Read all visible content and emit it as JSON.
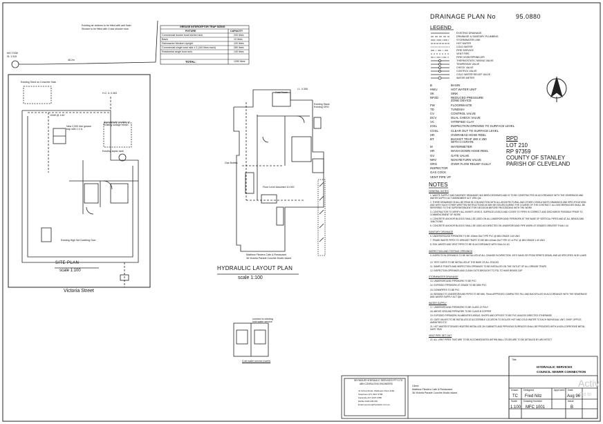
{
  "header": {
    "title": "DRAINAGE PLAN No",
    "plan_number": "95.0880"
  },
  "notice": {
    "line1": "Existing air cisterns to be fitted with anti flush.",
    "line2": "Shower to be fitted with 3 star shower rose."
  },
  "grease_table": {
    "title": "GREASE INTERCEPTOR TRAP SIZING",
    "col_fixture": "FIXTURE",
    "col_capacity": "CAPACITY",
    "rows": [
      {
        "fixture": "Commercial double bowl kitchen sink",
        "capacity": "200 litres"
      },
      {
        "fixture": "Basin",
        "capacity": "10 litres"
      },
      {
        "fixture": "Dishwasher Medium Upright",
        "capacity": "100 litres"
      },
      {
        "fixture": "Commercial single bowl sink x 2 (140 litres each)",
        "capacity": "280 litres"
      },
      {
        "fixture": "Residential single bowl sink",
        "capacity": "140 litres"
      }
    ],
    "total_label": "TOTAL:",
    "total_value": "1250 litres"
  },
  "site_plan": {
    "mh_label": "MH 7/338",
    "mh_level": "SL 1.915",
    "dist": "48.2m",
    "shed": "Existing Shed on Concrete Slab",
    "hc": "H.C. IL 0.363",
    "pipe": "100Ø @ 1:60",
    "title": "SITE  PLAN",
    "scale": "scale  1:100",
    "street": "Victoria  Street",
    "dwelling": "Existing High Set Dwelling Over",
    "trap_label": "New 2,000 litre grease trap with 1.0 IL",
    "septic": "Existing septic tank",
    "tank": "Approximate location of existing sullage trench"
  },
  "hydraulic_plan": {
    "title": "HYDRAULIC  LAYOUT  PLAN",
    "scale": "scale  1:100",
    "cold_room": "Cold Room",
    "il": "I.L. 0.355",
    "stack": "Existing Stack Existing ORG",
    "gas": "Gas Bottles",
    "floor": "Floor Level Assumed 10.000",
    "owner": "Matthew Flinders Cafe & Restaurant",
    "address": "36 Victoria Parade Coochie Mudlo Island"
  },
  "detail": {
    "caption": "Cold water service inserts",
    "note1": "connect to existing",
    "note2": "cold water service"
  },
  "legend": {
    "title": "LEGEND",
    "line_items": [
      "EXISTING DRAINAGE",
      "DRAINAGE & SANITARY PLUMBING",
      "STORMWATER LINE",
      "HOT WATER",
      "COLD WATER",
      "FIRE SERVICE",
      "VENT PIPE",
      "FIRE HOSE/SPRINKLER",
      "THERMOSTATIC MIXING VALVE",
      "TEMPERING VALVE",
      "CHECK VALVE",
      "CONTROL VALVE",
      "COLD WATER RELIEF VALVE",
      "WATER METER"
    ],
    "abbr": [
      {
        "code": "B",
        "text": "BASIN"
      },
      {
        "code": "HWU",
        "text": "HOT WATER UNIT"
      },
      {
        "code": "SK",
        "text": "SINK"
      },
      {
        "code": "RPZD",
        "text": "REDUCED PRESSURE ZONE DEVICE"
      },
      {
        "code": "FW",
        "text": "FLOORWASTE"
      },
      {
        "code": "TD",
        "text": "TUNDISH"
      },
      {
        "code": "CV",
        "text": "CONTROL VALVE"
      },
      {
        "code": "DCV",
        "text": "DUAL CHECK VALVE"
      },
      {
        "code": "VC",
        "text": "VITRIFIED CLAY"
      },
      {
        "code": "IOSL",
        "text": "INSPECTION OPENING TO SURFACE LEVEL"
      },
      {
        "code": "COSL",
        "text": "CLEAR OUT TO SURFACE LEVEL"
      },
      {
        "code": "HR",
        "text": "OVERHEAD HOSE REEL"
      },
      {
        "code": "BT",
        "text": "BUCKET TRAP 490 X 250 WITH CI GRATE"
      },
      {
        "code": "M",
        "text": "WATERMETER"
      },
      {
        "code": "HR",
        "text": "WASH DOWN HOSE REEL"
      },
      {
        "code": "GV",
        "text": "GATE VALVE"
      },
      {
        "code": "NRV",
        "text": "NON RETURN VALVE"
      },
      {
        "code": "ORG",
        "text": "OVER FLOW RELIEF GULLY"
      },
      {
        "code": "INSPECTOR",
        "text": ""
      },
      {
        "code": "GAS COCK",
        "text": ""
      },
      {
        "code": "VENT PIPE VP",
        "text": ""
      }
    ]
  },
  "rpd": {
    "heading": "RPD",
    "lot": "LOT 210",
    "rp": "RP 97359",
    "county": "COUNTY OF STANLEY",
    "parish": "PARISH OF CLEVELAND"
  },
  "notes": {
    "title": "NOTES",
    "sections": [
      {
        "heading": "GENERAL NOTES",
        "items": [
          "1. WASTE SUPPLY AND SANITARY DRAINAGE HAS BEEN DESIGNED AND IS TO BE CONSTRUCTED IN ACCORDANCE WITH THE SEWERAGE AND WATER SUPPLY ACT AMENDMENT ACT 1991 Qld",
          "2. THESE DRAWINGS SHALL BE READ IN CONJUNCTION WITH ALL ARCHITECTURAL AND OTHER CONSULTANTS DRAWINGS AND SPECIFICATIONS AND WITH SUCH OTHER WRITTEN INSTRUCTIONS AS MAY BE ISSUED DURING THE COURSE OF THE CONTRACT. ALL DISCREPANCIES SHALL BE REFERRED TO THE SUPERINTENDENT FOR DECISION BEFORE PROCEEDING WITH THE WORK",
          "3. CONTRACTOR TO VERIFY ALL INVERT LEVELS, SURFACE LEVELS AND COVER TO PIPES IS CORRECT AND DISCHARGE POSSIBLE PRIOR TO COMMENCEMENT OF WORK",
          "4. CONCRETE ANCHOR BLOCKS SHALL BE USED ON ALL UNDERGROUND PIPEWORK AT THE BASE OF VERTICAL PIPES AND AT ALL BENDS AND JUNCTIONS",
          "5. CONCRETE ANCHOR BLOCKS SHALL BE USED AS DIRECTED ON UNDERGROUND PIPE WORK AT GRADES GREATER THAN 1:10"
        ]
      },
      {
        "heading": "SANITARY DRAINAGE",
        "items": [
          "6. UNDERGROUND PIPEWORK TO BE 100mm DIA TYPE PVC @ MIN GRADE 1:60 UNO",
          "7. TRADE WASTE PIPES TO GREASE TRAPS TO BE MIN 100mm DIA TYPE VC or PVC @ MIN GRADE 1:40 UNO",
          "8. SOIL WASTE AND VENT PIPES TO BE IN ACCORDANCE WITH SAA-CA 111"
        ]
      },
      {
        "heading": "INSPECTION AND TESTING OPENINGS",
        "items": [
          "9. INSPECTION OPENINGS TO BE INSTALLED AT ALL CHANGE IN DIRECTION. INTO SAND OR FROM SPIRITS DRAIN, AND AS SPECIFIED IN BY-LAWS",
          "10. TEST GATES TO BE INSTALLED AT THE BASE OF ALL STACKS",
          "11. SAMPLE POINTS AND INSPECTION OPENINGS TO BE INSTALLED ON THE OUTLET OF ALL GREASE TRAPS",
          "12. INSPECTION OPENINGS AND CLEAN OUTS BROUGHT TO FSL TO HAVE BRASS CAP"
        ]
      },
      {
        "heading": "STORMWATER DRAINAGE",
        "items": [
          "13. UNDERGROUND PIPEWORK TO BE PVC",
          "14. EXPOSED PIPEWORK AT GRADE TO BE DWV PVC",
          "15. DOWNPIPES TO BE PVC",
          "16. BEDDING TO UNDERGROUND PIPES TO BE MIN. 75mm APPROVED COMPACTED FILL AND BACKFILLED IN ACCORDANCE WITH THE SEWERAGE AND WATER SUPPLY ACT Qld"
        ]
      },
      {
        "heading": "WATER SUPPLY",
        "items": [
          "17. UNDERGROUND PIPEWORK TO BE CLASS 12 POLY",
          "18. ABOVE GROUND PIPEWORK TO BE CLASS B COPPER",
          "19. EXPOSED PIPEWORK IN AMENITIES AREAS, SHOPS AND OFFICES TO BE PVC UNLESS DIRECTED OTHERWISE",
          "20. GATE VALVES TO BE INSTALLED AT ACCESSIBLE LOCATION TO ISOLATE HOT AND COLD WATER TO EACH INDIVIDUAL UNIT, SHOP, OFFICE, AMENITIES ETC",
          "21. HOT WATER STORAGE HEATERS INSTALLED ON CABINETS AND PERVIOUS SURFACES SHALL BE PROVIDED WITH A NON-CORROSIVE METAL SAFE TRAY"
        ]
      },
      {
        "heading": "VENT PIPE SET OUT",
        "items": [
          "22. ALL VENT PIPES THAT ARE TO BE ACCOMMODATED WITHIN WALL STUDS ARE TO BE DETAILED BY ARCHITECT"
        ]
      }
    ]
  },
  "title_block": {
    "company": "SEYMOUR HYDRAULIC SERVICES PTY LTD",
    "company_sub": "ABN CONSULTING ENGINEERS",
    "company_addr": [
      "41 School Road, Wellington Point 4160",
      "Telephone (07) 3207 6788",
      "Facsimile (07) 3207 6788",
      "Mobile 0418 209 180",
      "Email seymour@hydraulic.com.au"
    ],
    "client_label": "Client:",
    "client": "Matthew Flinders Cafe & Restaurant",
    "client_addr": "36 Victoria Parade Coochie Mudlo Island",
    "title_label": "Title",
    "title1": "HYDRAULIC SERVICES",
    "title2": "COUNCIL SEWER CONNECTION",
    "drawn_label": "Drawn",
    "drawn": "TC",
    "designed_label": "Designed",
    "designed": "Fred Nitz",
    "approved_label": "Approved",
    "date_label": "Date",
    "date": "Aug 96",
    "scale_label": "Scale",
    "scale": "1:100",
    "drawing_label": "Drawing Number",
    "drawing": "MFC 1001",
    "issue_label": "Issue",
    "issue": "B"
  },
  "watermark": {
    "line1": "Activ",
    "line2": "Go to"
  }
}
